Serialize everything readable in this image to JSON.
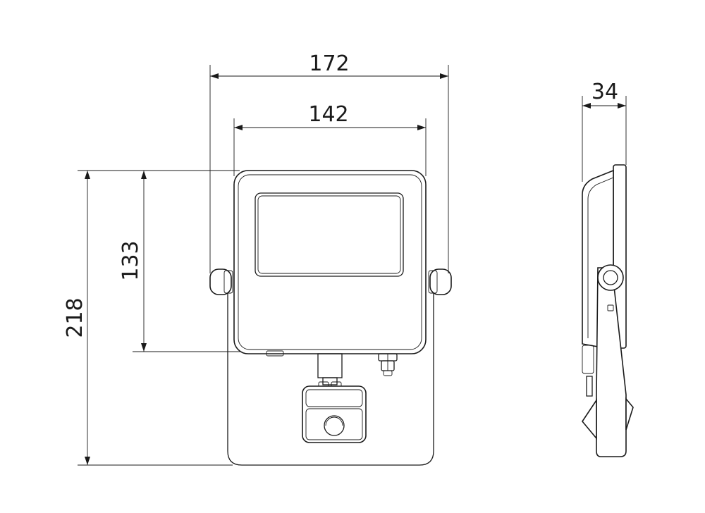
{
  "dimensions": {
    "overall_width": "172",
    "body_width": "142",
    "overall_height": "218",
    "body_height": "133",
    "depth": "34"
  }
}
